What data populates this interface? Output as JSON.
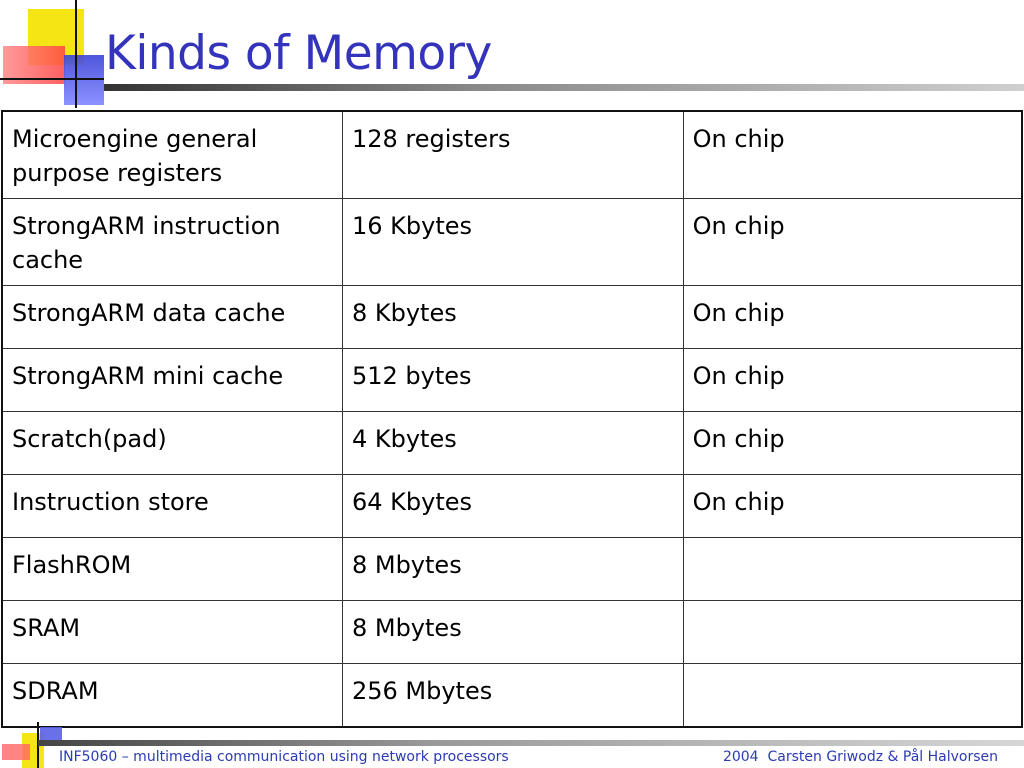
{
  "slide": {
    "title": "Kinds of Memory",
    "footer_left": "INF5060 – multimedia communication using network processors",
    "footer_right": "2004  Carsten Griwodz & Pål Halvorsen"
  },
  "table": {
    "rows": [
      [
        "Microengine general purpose registers",
        "128 registers",
        "On chip"
      ],
      [
        "StrongARM instruction cache",
        "16 Kbytes",
        "On chip"
      ],
      [
        "StrongARM data cache",
        "8 Kbytes",
        "On chip"
      ],
      [
        "StrongARM mini cache",
        "512 bytes",
        "On chip"
      ],
      [
        "Scratch(pad)",
        "4 Kbytes",
        "On chip"
      ],
      [
        "Instruction store",
        "64 Kbytes",
        "On chip"
      ],
      [
        "FlashROM",
        "8 Mbytes",
        ""
      ],
      [
        "SRAM",
        "8 Mbytes",
        ""
      ],
      [
        "SDRAM",
        "256 Mbytes",
        ""
      ]
    ]
  },
  "colors": {
    "title": "#3333bb",
    "footer_text": "#2b3bb0",
    "accent_yellow": "#f6e514",
    "accent_red": "#ff4444",
    "accent_blue": "#3b43d8"
  }
}
